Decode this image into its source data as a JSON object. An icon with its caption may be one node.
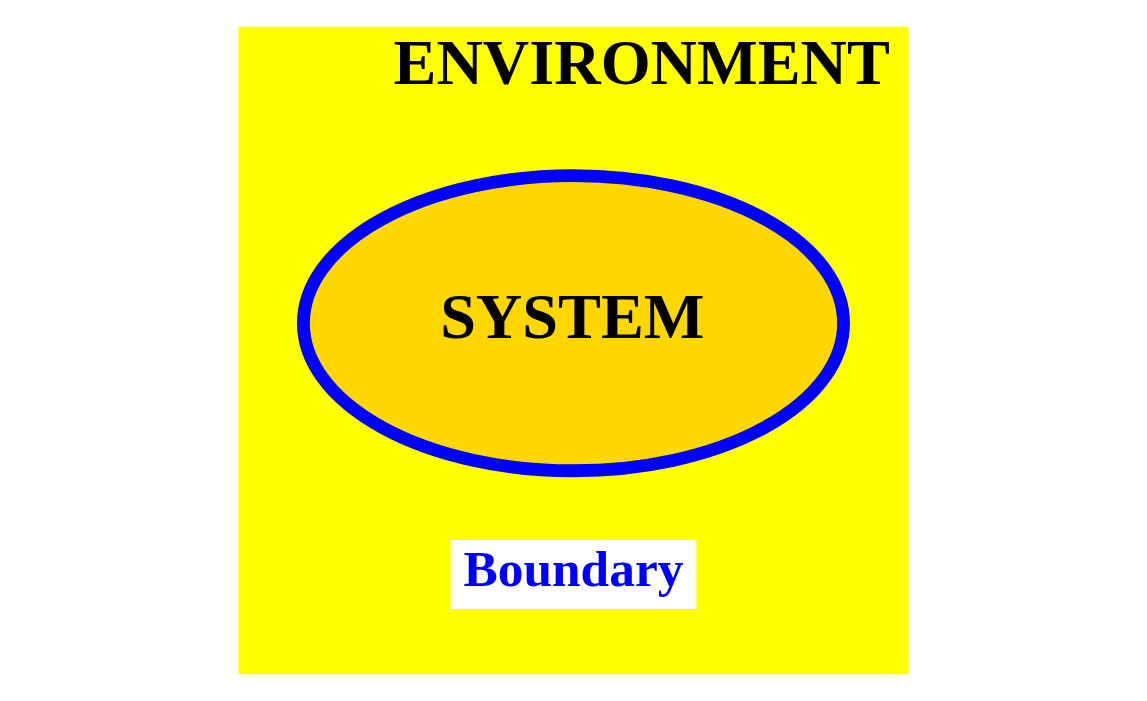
{
  "diagram": {
    "nodes": [
      {
        "text": [
          "ENVIRONMENT"
        ]
      },
      {
        "text": [
          "SYSTEM"
        ],
        "in": 0
      }
    ],
    "labels": [
      "Boundary"
    ]
  }
}
